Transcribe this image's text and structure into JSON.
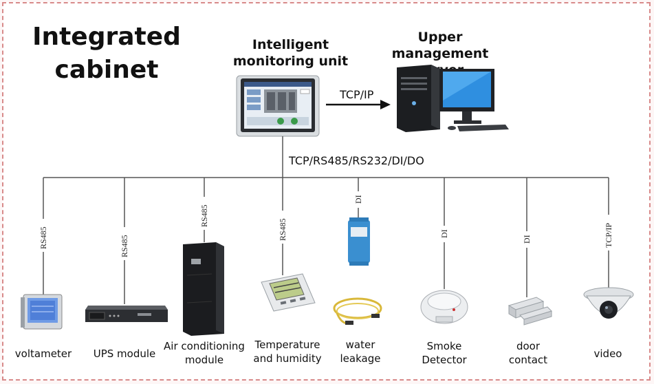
{
  "title": "Integrated cabinet",
  "monitoring_unit": {
    "label": "Intelligent monitoring unit"
  },
  "server": {
    "label": "Upper management server"
  },
  "link_protocol": "TCP/IP",
  "bus_protocol": "TCP/RS485/RS232/DI/DO",
  "devices": [
    {
      "name": "voltameter",
      "protocol": "RS485",
      "icon": "voltameter-icon"
    },
    {
      "name": "UPS module",
      "protocol": "RS485",
      "icon": "ups-icon"
    },
    {
      "name": "Air conditioning module",
      "protocol": "RS485",
      "icon": "air-conditioner-icon"
    },
    {
      "name": "Temperature and humidity",
      "protocol": "RS485",
      "icon": "thermometer-icon"
    },
    {
      "name": "water leakage",
      "protocol": "DI",
      "icon": "water-leak-sensor-icon"
    },
    {
      "name": "Smoke Detector",
      "protocol": "DI",
      "icon": "smoke-detector-icon"
    },
    {
      "name": "door contact",
      "protocol": "DI",
      "icon": "door-contact-icon"
    },
    {
      "name": "video",
      "protocol": "TCP/IP",
      "icon": "camera-icon"
    }
  ]
}
